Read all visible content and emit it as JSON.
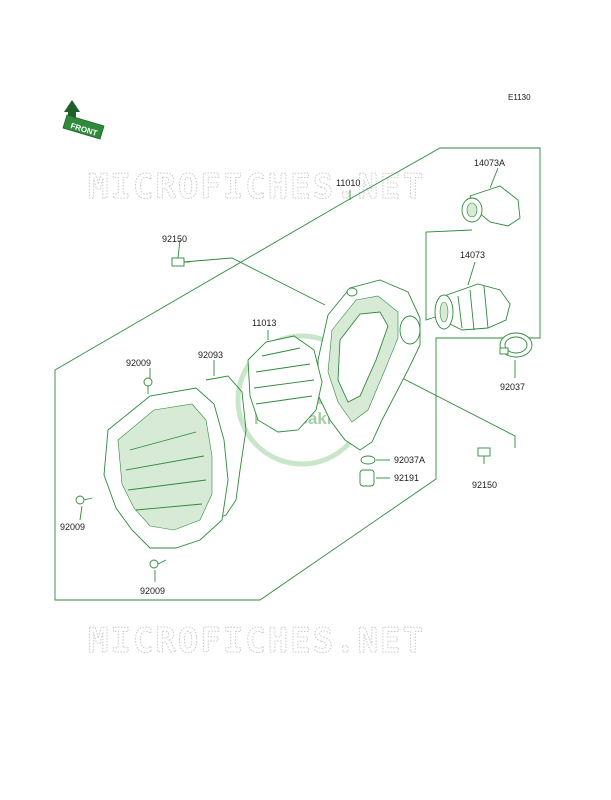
{
  "diagram": {
    "reference_code": "E1130",
    "front_arrow_text": "FRONT",
    "watermark_text": "MICROFICHES.NET",
    "brand_logo_text": "Kawasaki",
    "parts": [
      {
        "number": "11010",
        "name": "air-cleaner-housing"
      },
      {
        "number": "14073A",
        "name": "upper-duct-boot"
      },
      {
        "number": "14073",
        "name": "intake-duct"
      },
      {
        "number": "92037",
        "name": "hose-clamp"
      },
      {
        "number": "92150",
        "name": "top-bolt"
      },
      {
        "number": "11013",
        "name": "air-filter-element"
      },
      {
        "number": "92093",
        "name": "cover-seal"
      },
      {
        "number": "92009",
        "name": "cover-screw-upper"
      },
      {
        "number": "92037A",
        "name": "drain-clamp"
      },
      {
        "number": "92191",
        "name": "drain-tube"
      },
      {
        "number": "92150",
        "name": "right-bolt"
      },
      {
        "number": "92009",
        "name": "cover-screw-left"
      },
      {
        "number": "92009",
        "name": "cover-screw-lower"
      }
    ]
  }
}
